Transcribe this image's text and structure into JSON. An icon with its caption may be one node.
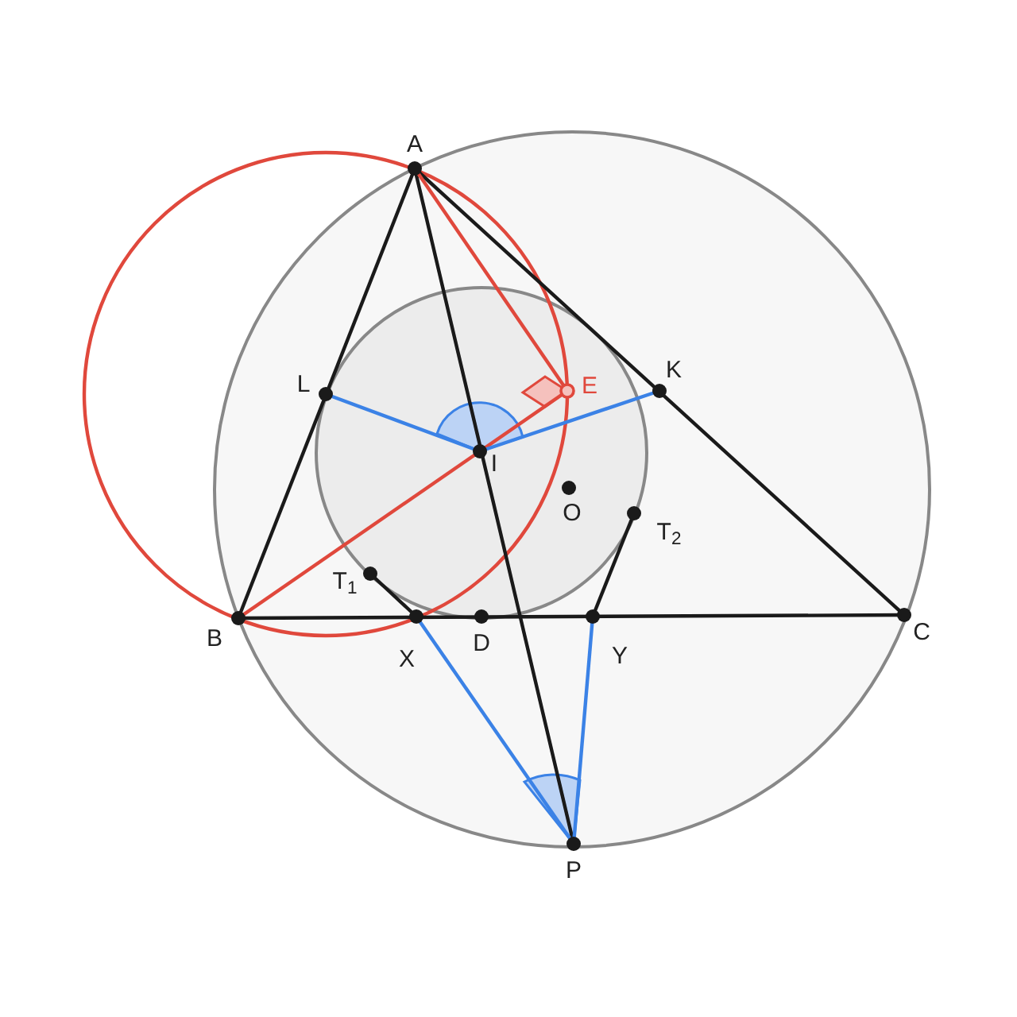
{
  "diagram": {
    "labels": [
      "A",
      "L",
      "E",
      "K",
      "I",
      "O",
      "T$_{2}$",
      "T$_{1}$",
      "B",
      "D",
      "C",
      "X",
      "Y",
      "P"
    ]
  }
}
